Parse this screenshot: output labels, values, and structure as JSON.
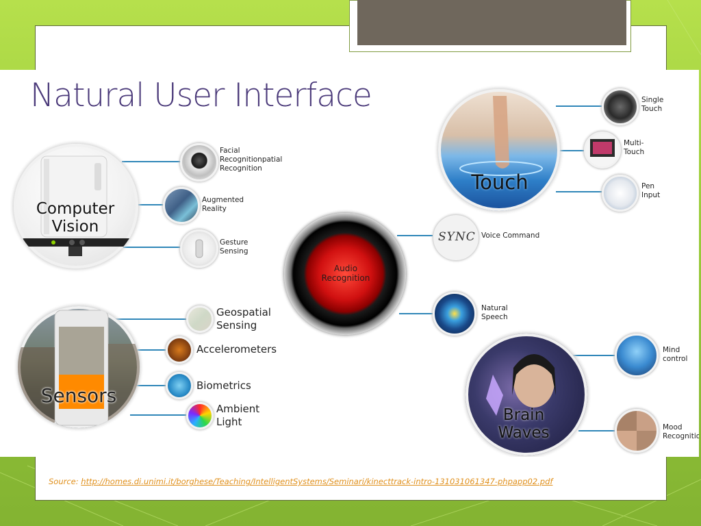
{
  "slide": {
    "title": "Natural User Interface",
    "source_prefix": "Source: ",
    "source_url": "http://homes.di.unimi.it/borghese/Teaching/IntelligentSystems/Seminari/kinecttrack-intro-131031061347-phpapp02.pdf"
  },
  "hubs": {
    "computer_vision": "Computer\nVision",
    "sensors": "Sensors",
    "audio": "Audio\nRecognition",
    "touch": "Touch",
    "brain": "Brain\nWaves"
  },
  "nodes": {
    "facial": "Facial\nRecognitionpatial\nRecognition",
    "augmented": "Augmented\nReality",
    "gesture": "Gesture\nSensing",
    "geospatial": "Geospatial\nSensing",
    "accelerometers": "Accelerometers",
    "biometrics": "Biometrics",
    "ambient": "Ambient\nLight",
    "voice": "Voice Command",
    "speech": "Natural\nSpeech",
    "single_touch": "Single\nTouch",
    "multi_touch": "Multi-\nTouch",
    "pen_input": "Pen\nInput",
    "mind_control": "Mind\ncontrol",
    "mood": "Mood\nRecognitio",
    "sync_logo": "SYNC"
  },
  "icons": {
    "facial": "webcam-icon",
    "augmented": "augmented-reality-icon",
    "gesture": "hand-gesture-icon",
    "geospatial": "map-icon",
    "accelerometers": "accelerometer-icon",
    "biometrics": "handprint-icon",
    "ambient": "light-spectrum-icon",
    "voice": "sync-logo-icon",
    "speech": "laptop-speech-icon",
    "single_touch": "single-touch-icon",
    "multi_touch": "tablet-icon",
    "pen_input": "pen-tablet-icon",
    "mind_control": "mind-control-icon",
    "mood": "faces-icon"
  },
  "colors": {
    "title": "#4b3a7a",
    "connector": "#2f86b8",
    "source": "#e0901c",
    "audio_red": "#d01010"
  }
}
